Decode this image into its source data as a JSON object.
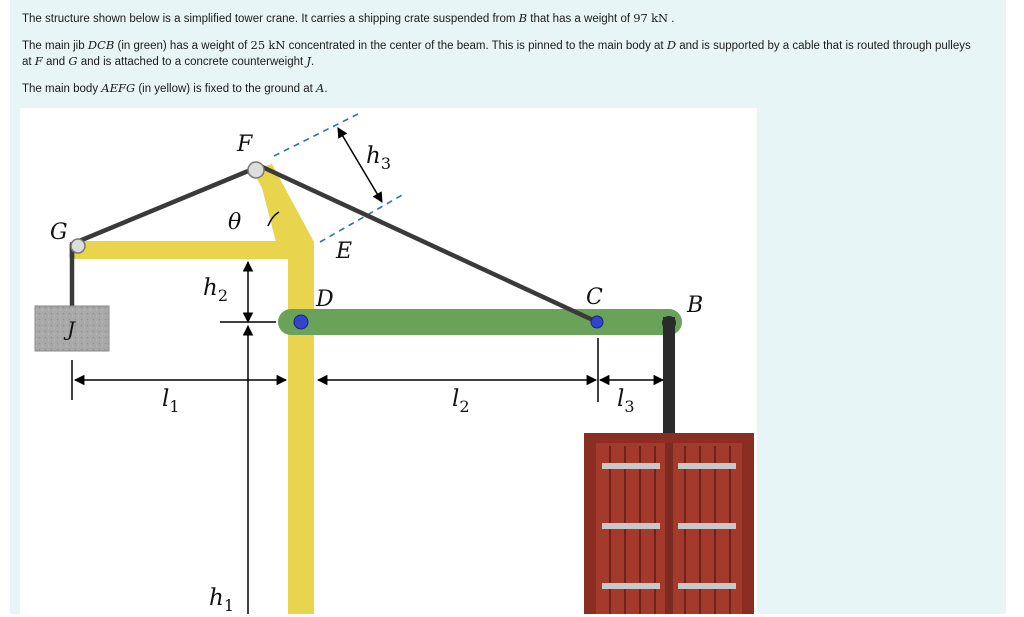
{
  "problem": {
    "p1": {
      "before": "The structure shown below is a simplified tower crane. It carries a shipping crate suspended from ",
      "var_B": "B",
      "mid": " that has a weight of ",
      "weight": "97",
      "unit": "kN",
      "after": " ."
    },
    "p2": {
      "t1": "The main jib ",
      "var_DCB": "DCB",
      "t2": " (in green) has a weight of ",
      "weight": "25",
      "unit": "kN",
      "t3": " concentrated in the center of the beam. This is pinned to the main body at ",
      "var_D": "D",
      "t4": " and is supported by a cable that is routed through pulleys at ",
      "var_F": "F",
      "t5": " and ",
      "var_G": "G",
      "t6": " and is attached to a concrete counterweight ",
      "var_J": "J",
      "t7": "."
    },
    "p3": {
      "t1": "The main body ",
      "var_AEFG": "AEFG",
      "t2": " (in yellow) is fixed to the ground at ",
      "var_A": "A",
      "t3": "."
    }
  },
  "diagram": {
    "labels": {
      "F": "F",
      "G": "G",
      "E": "E",
      "D": "D",
      "C": "C",
      "B": "B",
      "J": "J",
      "theta": "θ"
    },
    "dims": {
      "h3": {
        "var": "h",
        "sub": "3"
      },
      "h2": {
        "var": "h",
        "sub": "2"
      },
      "h1": {
        "var": "h",
        "sub": "1"
      },
      "l1": {
        "var": "l",
        "sub": "1"
      },
      "l2": {
        "var": "l",
        "sub": "2"
      },
      "l3": {
        "var": "l",
        "sub": "3"
      }
    },
    "colors": {
      "main_body": "#e8d44d",
      "jib": "#6aa25a",
      "cable": "#3a3a3a",
      "pin": "#3344cc",
      "counterweight": "#a8a8a8",
      "crate": "#a33a2c",
      "dashed": "#2a6fc0"
    }
  }
}
